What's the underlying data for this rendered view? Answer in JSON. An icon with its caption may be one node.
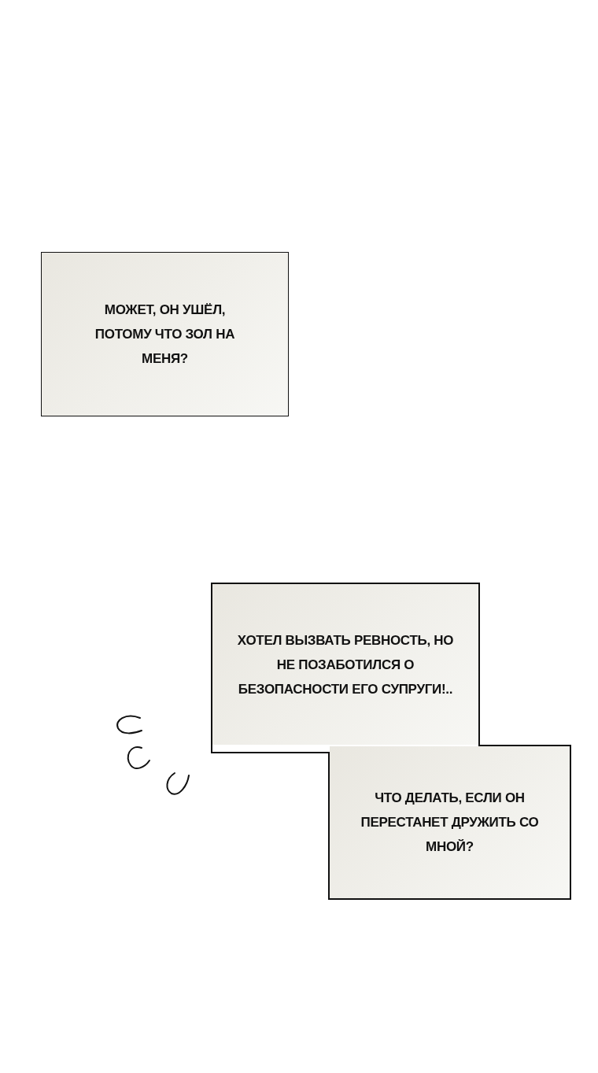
{
  "diagram": {
    "nodes": [
      {
        "text": [
          "МОЖЕТ, ОН УШЁЛ, ПОТОМУ ЧТО ЗОЛ НА МЕНЯ?"
        ]
      },
      {
        "text": [
          "ХОТЕЛ ВЫЗВАТЬ РЕВНОСТЬ, НО НЕ ПОЗАБОТИЛСЯ О БЕЗОПАСНОСТИ ЕГО СУПРУГИ!.."
        ]
      },
      {
        "text": [
          "ЧТО ДЕЛАТЬ, ЕСЛИ ОН ПЕРЕСТАНЕТ ДРУЖИТЬ СО МНОЙ?"
        ]
      }
    ]
  }
}
